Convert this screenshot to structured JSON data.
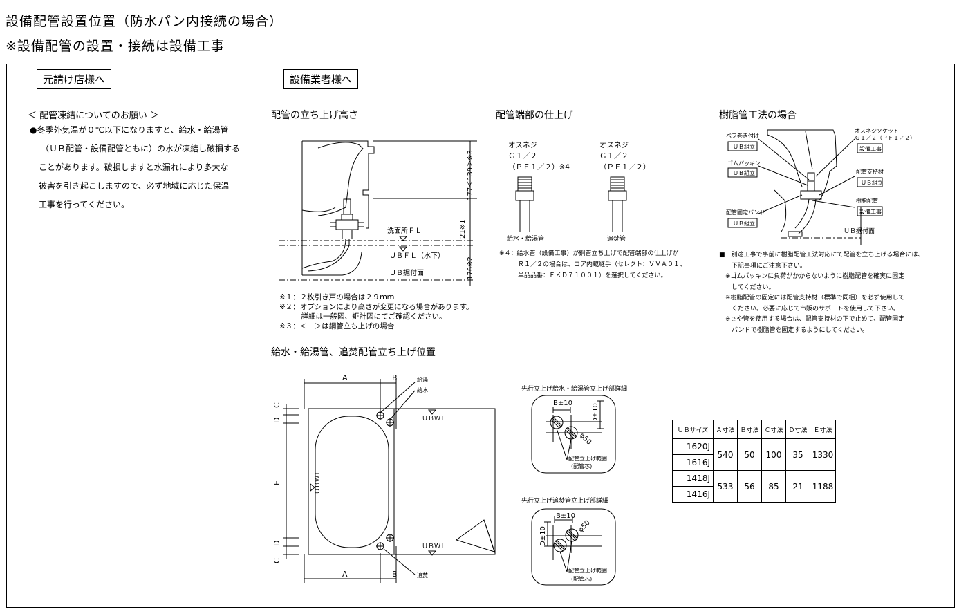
{
  "header": {
    "title": "設備配管設置位置（防水パン内接続の場合）",
    "subtitle": "※設備配管の設置・接続は設備工事"
  },
  "left_panel": {
    "label": "元請け店様へ",
    "heading": "＜ 配管凍結についてのお願い ＞",
    "lines": [
      "●冬季外気温が０℃以下になりますと、給水・給湯管",
      "（ＵＢ配管・設備配管ともに）の水が凍結し破損する",
      "ことがあります。破損しますと水漏れにより多大な",
      "被害を引き起こしますので、必ず地域に応じた保温",
      "工事を行ってください。"
    ]
  },
  "right_panel": {
    "label": "設備業者様へ",
    "riser": {
      "title": "配管の立ち上げ高さ",
      "labels": {
        "washroom_fl": "洗面所ＦＬ",
        "ubfl": "ＵＢＦＬ（水下）",
        "ub_floor": "ＵＢ据付面",
        "dim_177": "177＜139＞※3",
        "dim_21": "21※1",
        "dim_176": "176※2"
      },
      "notes": [
        "※１：２枚引き戸の場合は２９ｍｍ",
        "※２：オプションにより高さが変更になる場合があります。",
        "　　　詳細は一般図、矩計図にてご確認ください。",
        "※３：＜　＞は鋼管立ち上げの場合"
      ]
    },
    "pipe_end": {
      "title": "配管端部の仕上げ",
      "left": {
        "l1": "オスネジ",
        "l2": "Ｇ１／２",
        "l3": "（ＰＦ１／２）※4",
        "caption": "給水・給湯管"
      },
      "right": {
        "l1": "オスネジ",
        "l2": "Ｇ１／２",
        "l3": "（ＰＦ１／２）",
        "caption": "追焚管"
      },
      "notes": [
        "※４：給水管（設備工事）が鋼管立ち上げで配管端部の仕上げが",
        "　　　Ｒ１／２の場合は、コア内蔵継手（セレクト：ＶＶＡ０１、",
        "　　　単品品番：ＥＫＤ７１００１）を選択してください。"
      ]
    },
    "resin": {
      "title": "樹脂管工法の場合",
      "labels": {
        "bellows": "ベフ巻き付け",
        "ub_assembly1": "ＵＢ組立",
        "rubber": "ゴムパッキン",
        "ub_assembly2": "ＵＢ組立",
        "band": "配管固定バンド",
        "ub_assembly3": "ＵＢ組立",
        "socket": "オスネジソケット",
        "socket_size": "Ｇ１／２（ＰＦ１／２）",
        "equip1": "設備工事",
        "support": "配管支持材",
        "ub_assembly4": "ＵＢ組立",
        "resin_pipe": "樹脂配管",
        "equip2": "設備工事",
        "ub_floor": "ＵＢ据付面"
      },
      "notes": [
        "■　別途工事で事前に樹脂配管工法対応にて配管を立ち上げる場合には、",
        "　　下記事項にご注意下さい。",
        "　※ゴムパッキンに負荷がかからないように樹脂配管を確実に固定",
        "　　してください。",
        "　※樹脂配管の固定には配管支持材（標準で同梱）を必ず使用して",
        "　　ください。必要に応じて市販のサポートを使用して下さい。",
        "　※さや管を使用する場合は、配管支持材の下で止めて、配管固定",
        "　　バンドで樹脂管を固定するようにしてください。"
      ]
    },
    "position": {
      "title": "給水・給湯管、追焚配管立ち上げ位置",
      "labels": {
        "a": "A",
        "b": "B",
        "c": "C",
        "d": "D",
        "e": "E",
        "hot": "給湯",
        "cold": "給水",
        "reheat": "追焚",
        "ubwl": "ＵＢＷＬ",
        "ubwl_side": "ＵＢＷＬ"
      },
      "detail1": {
        "title": "先行立上げ給水・給湯管立上げ部詳細",
        "b": "B±10",
        "d": "D±10",
        "phi": "φ50",
        "range": "配管立上げ範囲",
        "center": "(配管芯)"
      },
      "detail2": {
        "title": "先行立上げ追焚管立上げ部詳細",
        "b": "B±10",
        "d": "D±10",
        "phi": "φ50",
        "range": "配管立上げ範囲",
        "center": "(配管芯)"
      }
    },
    "size_table": {
      "headers": [
        "ＵＢサイズ",
        "Ａ寸法",
        "Ｂ寸法",
        "Ｃ寸法",
        "Ｄ寸法",
        "Ｅ寸法"
      ],
      "rows": [
        {
          "sizes": [
            "1620J",
            "1616J"
          ],
          "a": "540",
          "b": "50",
          "c": "100",
          "d": "35",
          "e": "1330"
        },
        {
          "sizes": [
            "1418J",
            "1416J"
          ],
          "a": "533",
          "b": "56",
          "c": "85",
          "d": "21",
          "e": "1188"
        }
      ]
    }
  }
}
